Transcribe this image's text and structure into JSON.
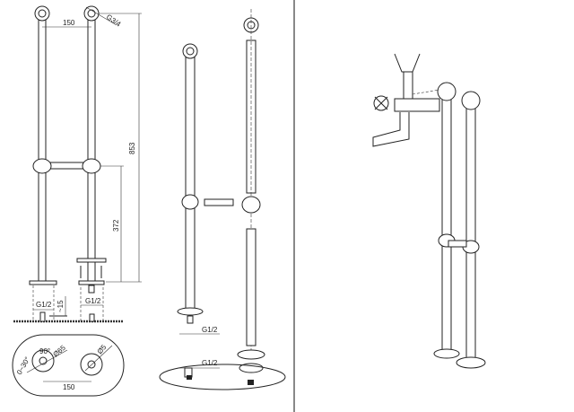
{
  "dimensions": {
    "spacing_top": "150",
    "outlet_thread": "G3/4",
    "total_height": "853",
    "crossbar_height": "372",
    "inlet_left": "G1/2",
    "offset": "~15",
    "inlet_right": "G1/2",
    "angle": "90°",
    "angle_range": "0~30°",
    "flange_dia": "Ø65",
    "hole_dia": "Ø5",
    "spacing_bottom": "150",
    "exploded_inlet_1": "G1/2",
    "exploded_inlet_2": "G1/2"
  }
}
